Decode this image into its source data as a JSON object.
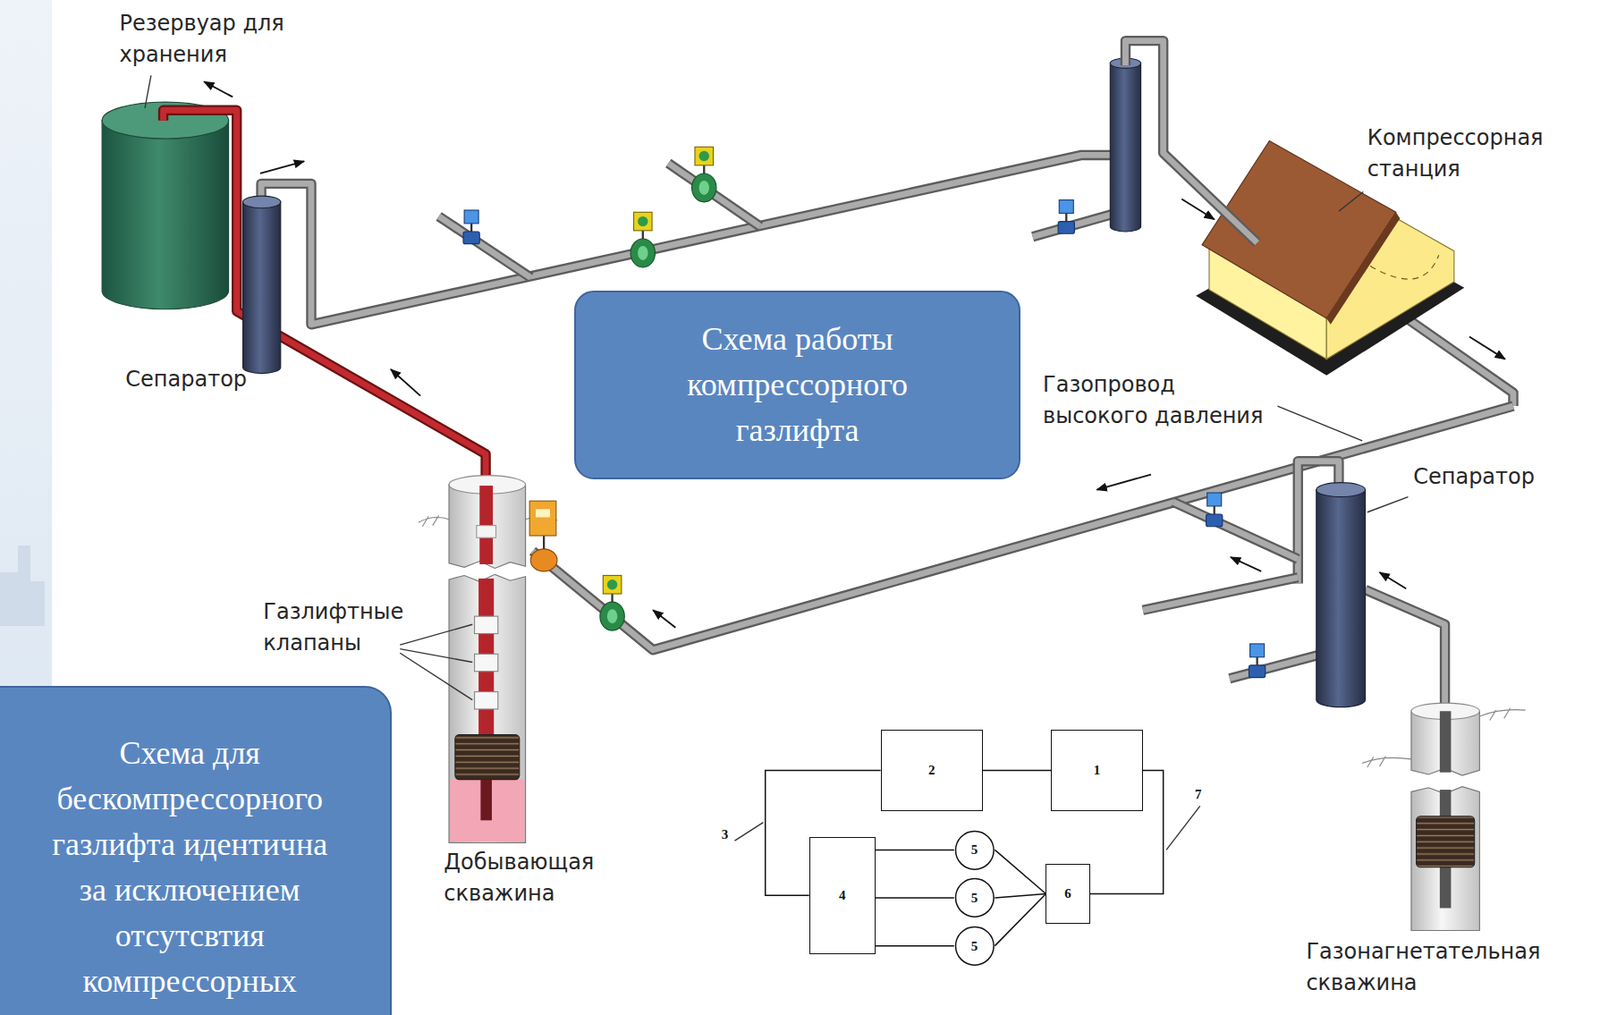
{
  "diagram": {
    "nodes": [
      {
        "text": [
          "Схема работы компрессорного газлифта"
        ]
      },
      {
        "text": [
          "Схема для бескомпрессорного газлифта идентична за исключением отсутсвтия компрессорных"
        ]
      },
      {
        "text": [
          "2"
        ]
      },
      {
        "text": [
          "1"
        ]
      },
      {
        "text": [
          "4"
        ]
      },
      {
        "text": [
          "5"
        ]
      },
      {
        "text": [
          "5"
        ]
      },
      {
        "text": [
          "5"
        ]
      },
      {
        "text": [
          "6"
        ]
      }
    ],
    "edges": [
      {
        "from": 2,
        "to": 3,
        "arrow": "none"
      },
      {
        "from": 2,
        "to": 4,
        "arrow": "none"
      },
      {
        "from": 4,
        "to": 5,
        "arrow": "none"
      },
      {
        "from": 4,
        "to": 6,
        "arrow": "none"
      },
      {
        "from": 4,
        "to": 7,
        "arrow": "none"
      },
      {
        "from": 5,
        "to": 8,
        "arrow": "none"
      },
      {
        "from": 6,
        "to": 8,
        "arrow": "none"
      },
      {
        "from": 7,
        "to": 8,
        "arrow": "none"
      },
      {
        "from": 3,
        "to": 8,
        "arrow": "none"
      }
    ],
    "labels": [
      "Резервуар для хранения",
      "Сепаратор",
      "Компрессорная станция",
      "Газопровод высокого давления",
      "Сепаратор",
      "Газлифтные клапаны",
      "Добывающая скважина",
      "Газонагнетательная скважина",
      "3",
      "7"
    ]
  }
}
